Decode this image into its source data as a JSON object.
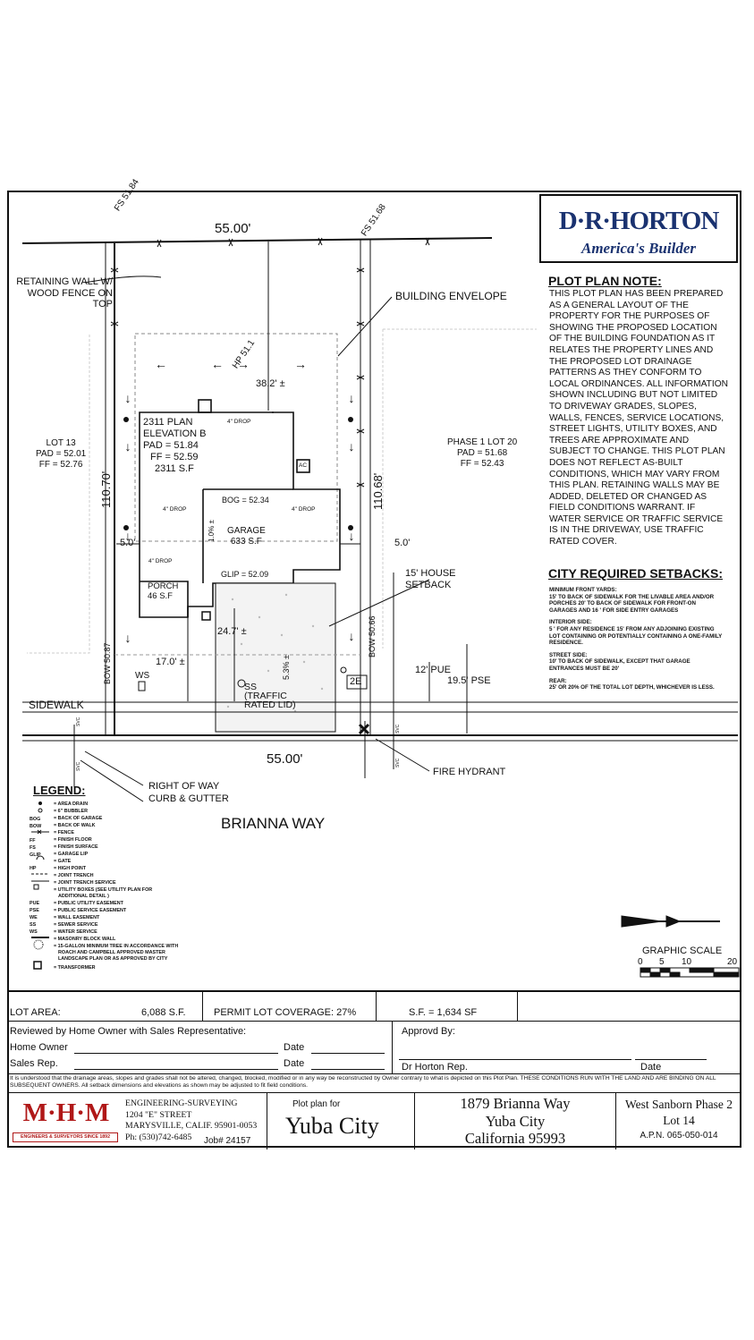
{
  "brand": {
    "logo_text": "D·R·HORTON",
    "tagline": "America's Builder"
  },
  "plot_note": {
    "title": "PLOT PLAN NOTE:",
    "body": "THIS PLOT PLAN HAS BEEN PREPARED AS A GENERAL LAYOUT OF THE PROPERTY FOR THE PURPOSES OF SHOWING THE PROPOSED LOCATION OF THE BUILDING FOUNDATION AS IT RELATES THE PROPERTY LINES AND THE PROPOSED LOT DRAINAGE PATTERNS AS THEY CONFORM TO LOCAL ORDINANCES. ALL INFORMATION SHOWN INCLUDING BUT NOT LIMITED TO DRIVEWAY GRADES, SLOPES, WALLS, FENCES, SERVICE LOCATIONS, STREET LIGHTS, UTILITY BOXES, AND TREES ARE APPROXIMATE AND SUBJECT TO CHANGE. THIS PLOT PLAN DOES NOT REFLECT AS-BUILT CONDITIONS, WHICH MAY VARY FROM THIS PLAN. RETAINING WALLS MAY BE ADDED, DELETED OR CHANGED AS FIELD CONDITIONS WARRANT. IF WATER SERVICE OR TRAFFIC SERVICE IS IN THE DRIVEWAY, USE TRAFFIC RATED COVER."
  },
  "setbacks": {
    "title": "CITY REQUIRED SETBACKS:",
    "front_title": "MINIMUM FRONT YARDS:",
    "front_body": "15' TO BACK OF SIDEWALK FOR THE LIVABLE AREA AND/OR PORCHES 20' TO BACK OF SIDEWALK FOR FRONT-ON GARAGES AND 16 ' FOR SIDE ENTRY GARAGES",
    "interior_title": "INTERIOR SIDE:",
    "interior_body": "5 ' FOR ANY RESIDENCE 15' FROM ANY ADJOINING EXISTING LOT CONTAINING OR POTENTIALLY CONTAINING A ONE-FAMILY RESIDENCE.",
    "street_title": "STREET SIDE:",
    "street_body": "10' TO BACK OF SIDEWALK, EXCEPT THAT GARAGE ENTRANCES MUST BE 20'",
    "rear_title": "REAR:",
    "rear_body": "25' OR 20% OF THE TOTAL LOT DEPTH, WHICHEVER IS LESS."
  },
  "plan": {
    "top_dim": "55.00'",
    "bottom_dim": "55.00'",
    "fs_left": "FS 51.84",
    "fs_right": "FS 51.68",
    "retaining_wall": [
      "RETAINING WALL W/",
      "WOOD FENCE ON",
      "TOP"
    ],
    "building_envelope": "BUILDING ENVELOPE",
    "hp": "HP 51.1",
    "rear_setback": "38.2' ±",
    "plan_name": "2311 PLAN",
    "elevation": "ELEVATION B",
    "pad": "PAD = 51.84",
    "ff": "FF = 52.59",
    "sf": "2311 S.F",
    "drop": "4\" DROP",
    "ac": "AC",
    "bog": "BOG = 52.34",
    "garage": "GARAGE",
    "garage_sf": "633 S.F",
    "glip": "GLIP = 52.09",
    "porch": "PORCH",
    "porch_sf": "46 S.F",
    "slope_1": "1.0% ±",
    "slope_2": "5.3% ±",
    "left_depth": "110.70'",
    "right_depth": "110.68'",
    "side_left": "5.0'",
    "side_right": "5.0'",
    "house_setback": [
      "15' HOUSE",
      "SETBACK"
    ],
    "front_porch": "17.0' ±",
    "front_garage": "24.7' ±",
    "pue": "12' PUE",
    "pse": "19.5' PSE",
    "bow_left": "BOW 50.87",
    "bow_right": "BOW 50.66",
    "ws": "WS",
    "ss": [
      "SS",
      "(TRAFFIC",
      "RATED LID)"
    ],
    "box": "2E",
    "sidewalk": "SIDEWALK",
    "right_of_way": "RIGHT OF WAY",
    "curb": "CURB & GUTTER",
    "fire_hydrant": "FIRE HYDRANT",
    "street": "BRIANNA WAY",
    "svc": "SVC",
    "lot13": [
      "LOT 13",
      "PAD = 52.01",
      "FF = 52.76"
    ],
    "lot20": [
      "PHASE 1 LOT 20",
      "PAD = 51.68",
      "FF = 52.43"
    ]
  },
  "legend": {
    "title": "LEGEND:",
    "items": [
      "= AREA DRAIN",
      "= 6\" BUBBLER",
      "= BACK OF GARAGE",
      "= BACK OF WALK",
      "= FENCE",
      "= FINISH FLOOR",
      "= FINISH SURFACE",
      "= GARAGE LIP",
      "= GATE",
      "= HIGH POINT",
      "= JOINT TRENCH",
      "= JOINT TRENCH SERVICE",
      "= UTILITY BOXES (SEE UTILITY PLAN FOR",
      "ADDITIONAL DETAIL )",
      "= PUBLIC UTILITY EASEMENT",
      "= PUBLIC SERVICE EASEMENT",
      "= WALL EASEMENT",
      "= SEWER SERVICE",
      "= WATER SERVICE",
      "= MASONRY BLOCK WALL",
      "= 15-GALLON MINIMUM TREE IN ACCORDANCE WITH",
      "ROACH AND CAMPBELL APPROVED MASTER",
      "LANDSCAPE PLAN OR AS APPROVED BY CITY",
      "= TRANSFORMER"
    ],
    "abbr": [
      "BOG",
      "BOW",
      "FF",
      "FS",
      "GLIP",
      "HP",
      "PUE",
      "PSE",
      "WE",
      "SS",
      "WS"
    ]
  },
  "scale": {
    "title": "GRAPHIC SCALE",
    "ticks": [
      "0",
      "5",
      "10",
      "20"
    ]
  },
  "footer": {
    "lot_area_label": "LOT AREA:",
    "lot_area_value": "6,088 S.F.",
    "coverage": "PERMIT LOT COVERAGE: 27%",
    "sf_total": "S.F. = 1,634 SF",
    "reviewed": "Reviewed by Home Owner with Sales Representative:",
    "home_owner": "Home Owner",
    "sales_rep": "Sales Rep.",
    "date": "Date",
    "approved": "Approvd By:",
    "dr_rep": "Dr Horton Rep.",
    "disclaimer": "It is understood that the drainage areas, slopes and grades shall not be altered, changed, blocked, modified or in any way be reconstructed by Owner contrary to what is depicted on this Plot Plan.  THESE CONDITIONS RUN WITH THE LAND AND ARE BINDING ON ALL SUBSEQUENT OWNERS.  All setback dimensions and elevations as shown may be adjusted to fit field conditions.",
    "mhm_logo": "M·H·M",
    "mhm_sub": "ENGINEERS & SURVEYORS SINCE 1892",
    "firm": [
      "ENGINEERING-SURVEYING",
      "1204 \"E\" STREET",
      "MARYSVILLE, CALIF. 95901-0053",
      "Ph: (530)742-6485"
    ],
    "job": "Job# 24157",
    "plot_plan_for": "Plot plan for",
    "city_big": "Yuba City",
    "address": [
      "1879 Brianna Way",
      "Yuba City",
      "California 95993"
    ],
    "subdivision": "West Sanborn Phase 2",
    "lot": "Lot 14",
    "apn": "A.P.N. 065-050-014"
  }
}
